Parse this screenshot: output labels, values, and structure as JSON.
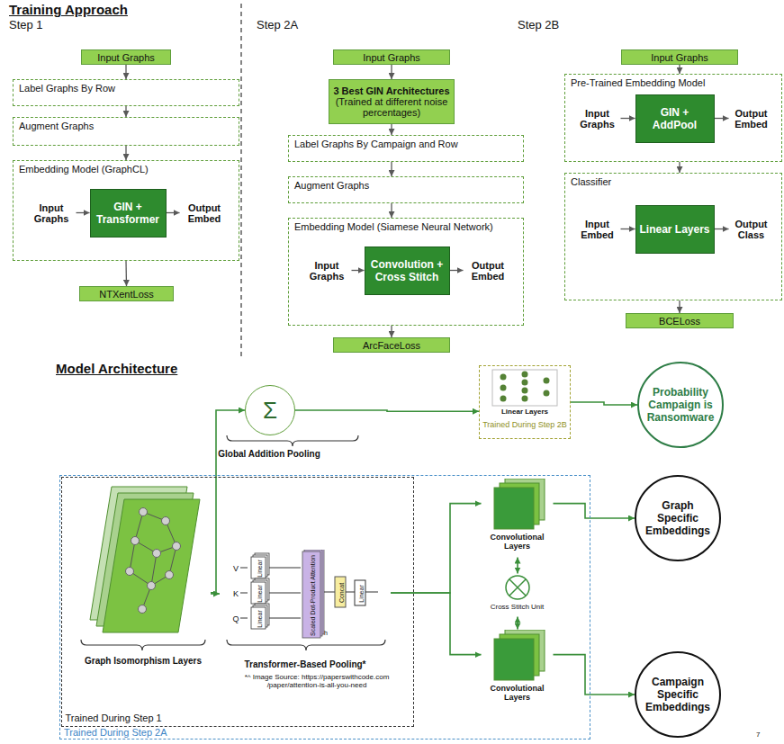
{
  "diagram": {
    "title": "Training Approach",
    "nodes": [
      {
        "text": [
          "Input Graphs"
        ]
      },
      {
        "text": [
          "Label Graphs By Row"
        ]
      },
      {
        "text": [
          "Augment Graphs"
        ]
      },
      {
        "text": [
          "Embedding Model (GraphCL)"
        ]
      },
      {
        "text": [
          "Input Graphs"
        ],
        "in": 3
      },
      {
        "text": [
          "GIN + Transformer"
        ],
        "in": 3
      },
      {
        "text": [
          "Output Embed"
        ],
        "in": 3
      },
      {
        "text": [
          "NTXentLoss"
        ]
      },
      {
        "text": [
          "Input Graphs"
        ]
      },
      {
        "text": [
          "3 Best GIN Architectures",
          "(Trained at different noise percentages)"
        ]
      },
      {
        "text": [
          "Label Graphs By Campaign and Row"
        ]
      },
      {
        "text": [
          "Augment Graphs"
        ]
      },
      {
        "text": [
          "Embedding Model (Siamese Neural Network)"
        ]
      },
      {
        "text": [
          "Input Graphs"
        ],
        "in": 12
      },
      {
        "text": [
          "Convolution + Cross Stitch"
        ],
        "in": 12
      },
      {
        "text": [
          "Output Embed"
        ],
        "in": 12
      },
      {
        "text": [
          "ArcFaceLoss"
        ]
      },
      {
        "text": [
          "Input Graphs"
        ]
      },
      {
        "text": [
          "Pre-Trained Embedding Model"
        ]
      },
      {
        "text": [
          "Input Graphs"
        ],
        "in": 18
      },
      {
        "text": [
          "GIN + AddPool"
        ],
        "in": 18
      },
      {
        "text": [
          "Output Embed"
        ],
        "in": 18
      },
      {
        "text": [
          "Classifier"
        ]
      },
      {
        "text": [
          "Input Embed"
        ],
        "in": 22
      },
      {
        "text": [
          "Linear Layers"
        ],
        "in": 22
      },
      {
        "text": [
          "Output Class"
        ],
        "in": 22
      },
      {
        "text": [
          "BCELoss"
        ]
      },
      {
        "text": [
          "Σ",
          "Global Addition Pooling"
        ]
      },
      {
        "text": [
          "Linear Layers",
          "Trained During Step 2B"
        ]
      },
      {
        "text": [
          "Probability Campaign is Ransomware"
        ]
      },
      {
        "text": [
          "Trained During Step 2A"
        ]
      },
      {
        "text": [
          "Trained During Step 1"
        ],
        "in": 30
      },
      {
        "text": [
          "Graph Isomorphism Layers"
        ],
        "in": 31
      },
      {
        "text": [
          "Transformer-Based Pooling*"
        ],
        "in": 31
      },
      {
        "text": [
          "Convolutional Layers"
        ],
        "in": 30
      },
      {
        "text": [
          "Cross Stitch Unit"
        ],
        "in": 30
      },
      {
        "text": [
          "Convolutional Layers"
        ],
        "in": 30
      },
      {
        "text": [
          "Graph Specific Embeddings"
        ]
      },
      {
        "text": [
          "Campaign Specific Embeddings"
        ]
      }
    ],
    "edges": [
      {
        "from": 0,
        "to": 1,
        "arrow": "to"
      },
      {
        "from": 1,
        "to": 2,
        "arrow": "to"
      },
      {
        "from": 2,
        "to": 3,
        "arrow": "to"
      },
      {
        "from": 4,
        "to": 5,
        "arrow": "to"
      },
      {
        "from": 5,
        "to": 6,
        "arrow": "to"
      },
      {
        "from": 3,
        "to": 7,
        "arrow": "to"
      },
      {
        "from": 8,
        "to": 9,
        "arrow": "to"
      },
      {
        "from": 9,
        "to": 10,
        "arrow": "to"
      },
      {
        "from": 10,
        "to": 11,
        "arrow": "to"
      },
      {
        "from": 11,
        "to": 12,
        "arrow": "to"
      },
      {
        "from": 13,
        "to": 14,
        "arrow": "to"
      },
      {
        "from": 14,
        "to": 15,
        "arrow": "to"
      },
      {
        "from": 12,
        "to": 16,
        "arrow": "to"
      },
      {
        "from": 17,
        "to": 18,
        "arrow": "to"
      },
      {
        "from": 19,
        "to": 20,
        "arrow": "to"
      },
      {
        "from": 20,
        "to": 21,
        "arrow": "to"
      },
      {
        "from": 18,
        "to": 22,
        "arrow": "to"
      },
      {
        "from": 23,
        "to": 24,
        "arrow": "to"
      },
      {
        "from": 24,
        "to": 25,
        "arrow": "to"
      },
      {
        "from": 22,
        "to": 26,
        "arrow": "to"
      },
      {
        "from": 32,
        "to": 27,
        "arrow": "to"
      },
      {
        "from": 32,
        "to": 33,
        "arrow": "to"
      },
      {
        "from": 27,
        "to": 28,
        "arrow": "to"
      },
      {
        "from": 28,
        "to": 29,
        "arrow": "to"
      },
      {
        "from": 33,
        "to": 34,
        "arrow": "to"
      },
      {
        "from": 33,
        "to": 36,
        "arrow": "to"
      },
      {
        "from": 34,
        "to": 35,
        "arrow": "both"
      },
      {
        "from": 35,
        "to": 36,
        "arrow": "both"
      },
      {
        "from": 34,
        "to": 37,
        "arrow": "to"
      },
      {
        "from": 36,
        "to": 38,
        "arrow": "to"
      }
    ],
    "labels": [
      "Model Architecture",
      "Step 1",
      "Step 2A",
      "Step 2B",
      "V",
      "K",
      "Q",
      "Linear",
      "Linear",
      "Linear",
      "Scaled Dot-Product Attention",
      "h",
      "Concat",
      "Linear",
      "*^ Image Source: https://paperswithcode.com /paper/attention-is-all-you-need",
      "7"
    ]
  }
}
